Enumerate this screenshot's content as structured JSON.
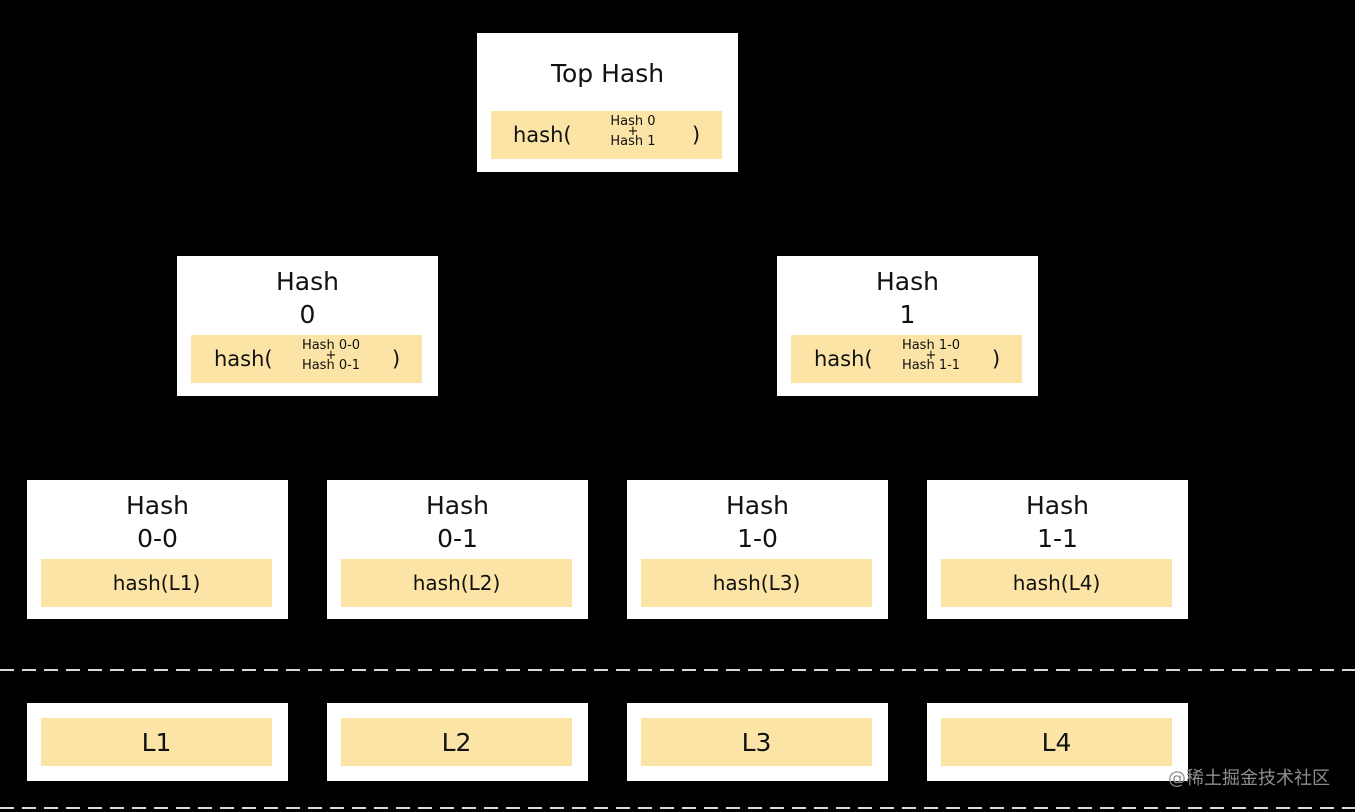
{
  "top": {
    "title": "Top Hash",
    "fn": "hash(",
    "input_a": "Hash 0",
    "plus": "+",
    "input_b": "Hash 1",
    "close": ")"
  },
  "level1": [
    {
      "title_line1": "Hash",
      "title_line2": "0",
      "fn": "hash(",
      "input_a": "Hash 0-0",
      "plus": "+",
      "input_b": "Hash 0-1",
      "close": ")"
    },
    {
      "title_line1": "Hash",
      "title_line2": "1",
      "fn": "hash(",
      "input_a": "Hash 1-0",
      "plus": "+",
      "input_b": "Hash 1-1",
      "close": ")"
    }
  ],
  "level2": [
    {
      "title_line1": "Hash",
      "title_line2": "0-0",
      "label": "hash(L1)"
    },
    {
      "title_line1": "Hash",
      "title_line2": "0-1",
      "label": "hash(L2)"
    },
    {
      "title_line1": "Hash",
      "title_line2": "1-0",
      "label": "hash(L3)"
    },
    {
      "title_line1": "Hash",
      "title_line2": "1-1",
      "label": "hash(L4)"
    }
  ],
  "leaves": [
    {
      "label": "L1"
    },
    {
      "label": "L2"
    },
    {
      "label": "L3"
    },
    {
      "label": "L4"
    }
  ],
  "watermark": "@稀土掘金技术社区",
  "colors": {
    "background": "#000000",
    "node": "#ffffff",
    "hash_bar": "#fbe4a6",
    "text": "#111111",
    "dashed_line": "#d9d9d9"
  }
}
